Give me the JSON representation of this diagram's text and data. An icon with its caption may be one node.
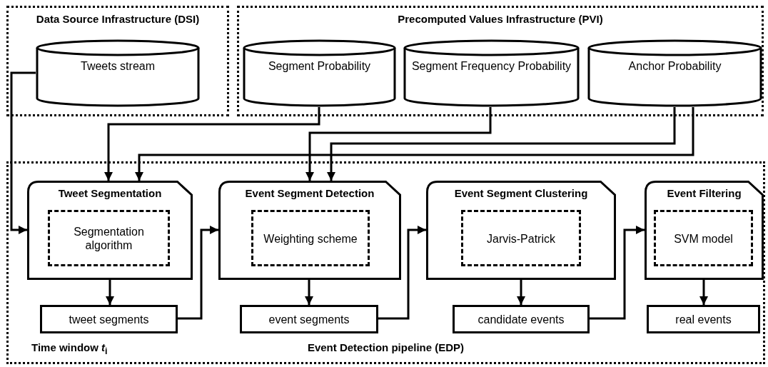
{
  "diagram": {
    "nodes": [
      {
        "text": [
          "Data Source Infrastructure (DSI)"
        ]
      },
      {
        "text": [
          "Tweets stream"
        ],
        "in": 0
      },
      {
        "text": [
          "Precomputed Values Infrastructure (PVI)"
        ]
      },
      {
        "text": [
          "Segment Probability"
        ],
        "in": 2
      },
      {
        "text": [
          "Segment Frequency Probability"
        ],
        "in": 2
      },
      {
        "text": [
          "Anchor Probability"
        ],
        "in": 2
      },
      {
        "text": [
          "Time window *t*$_{i}$",
          "Event Detection pipeline (EDP)"
        ]
      },
      {
        "text": [
          "Tweet Segmentation"
        ],
        "in": 6
      },
      {
        "text": [
          "Segmentation algorithm"
        ],
        "in": 7
      },
      {
        "text": [
          "Event Segment Detection"
        ],
        "in": 6
      },
      {
        "text": [
          "Weighting scheme"
        ],
        "in": 9
      },
      {
        "text": [
          "Event Segment Clustering"
        ],
        "in": 6
      },
      {
        "text": [
          "Jarvis-Patrick"
        ],
        "in": 11
      },
      {
        "text": [
          "Event Filtering"
        ],
        "in": 6
      },
      {
        "text": [
          "SVM model"
        ],
        "in": 13
      },
      {
        "text": [
          "tweet segments"
        ],
        "in": 6
      },
      {
        "text": [
          "event segments"
        ],
        "in": 6
      },
      {
        "text": [
          "candidate events"
        ],
        "in": 6
      },
      {
        "text": [
          "real events"
        ],
        "in": 6
      }
    ],
    "edges": [
      {
        "from": 1,
        "to": 7,
        "arrow": "to"
      },
      {
        "from": 3,
        "to": 7,
        "arrow": "to"
      },
      {
        "from": 5,
        "to": 7,
        "arrow": "to"
      },
      {
        "from": 4,
        "to": 9,
        "arrow": "to"
      },
      {
        "from": 5,
        "to": 9,
        "arrow": "to"
      },
      {
        "from": 7,
        "to": 15,
        "arrow": "to"
      },
      {
        "from": 15,
        "to": 9,
        "arrow": "to"
      },
      {
        "from": 9,
        "to": 16,
        "arrow": "to"
      },
      {
        "from": 16,
        "to": 11,
        "arrow": "to"
      },
      {
        "from": 11,
        "to": 17,
        "arrow": "to"
      },
      {
        "from": 17,
        "to": 13,
        "arrow": "to"
      },
      {
        "from": 13,
        "to": 18,
        "arrow": "to"
      }
    ]
  }
}
